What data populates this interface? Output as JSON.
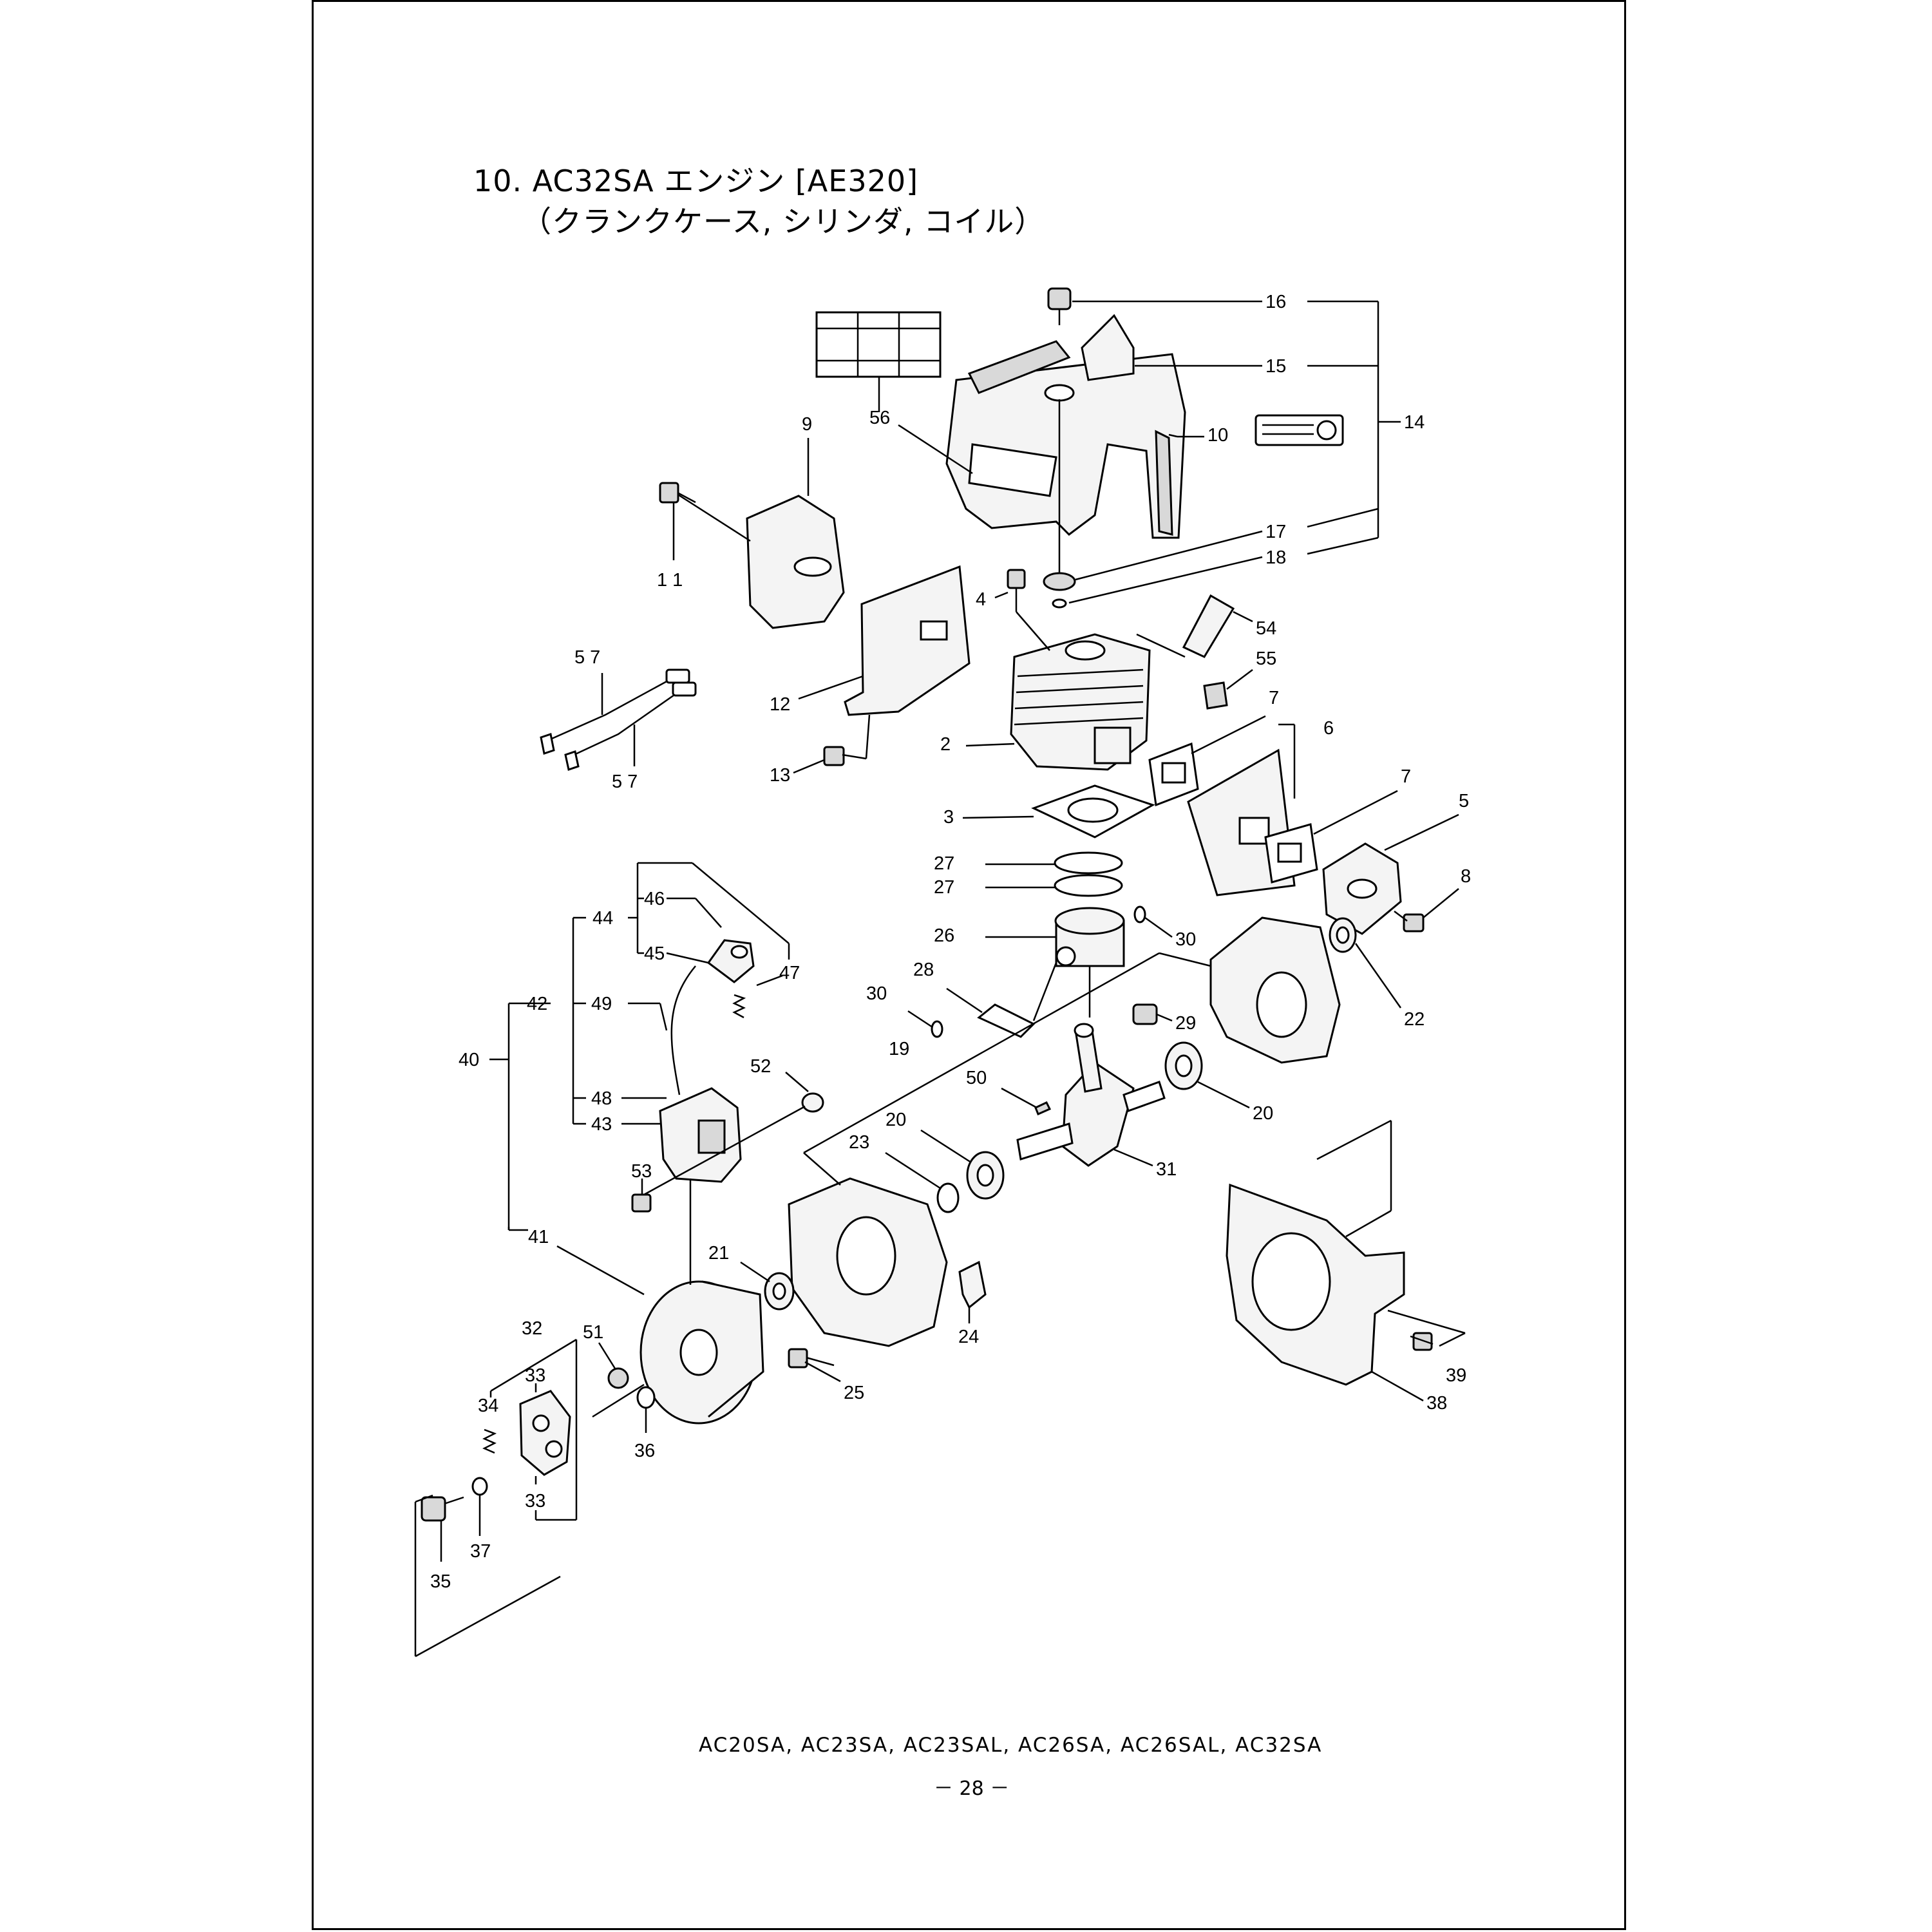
{
  "title": {
    "line1": "10. AC32SA エンジン [AE320]",
    "line2": "（クランクケース, シリンダ, コイル）"
  },
  "footer": {
    "models": "AC20SA, AC23SA, AC23SAL, AC26SA, AC26SAL, AC32SA",
    "page": "－ 28 －"
  },
  "callouts": {
    "c2": "2",
    "c3": "3",
    "c4": "4",
    "c5": "5",
    "c6": "6",
    "c7a": "7",
    "c7b": "7",
    "c8": "8",
    "c9": "9",
    "c10": "10",
    "c11": "1 1",
    "c12": "12",
    "c13": "13",
    "c14": "14",
    "c15": "15",
    "c16": "16",
    "c17": "17",
    "c18": "18",
    "c19": "19",
    "c20a": "20",
    "c20b": "20",
    "c21": "21",
    "c22": "22",
    "c23": "23",
    "c24": "24",
    "c25": "25",
    "c26": "26",
    "c27a": "27",
    "c27b": "27",
    "c28": "28",
    "c29": "29",
    "c30a": "30",
    "c30b": "30",
    "c31": "31",
    "c32": "32",
    "c33a": "33",
    "c33b": "33",
    "c34": "34",
    "c35": "35",
    "c36": "36",
    "c37": "37",
    "c38": "38",
    "c39": "39",
    "c40": "40",
    "c41": "41",
    "c42": "42",
    "c43": "43",
    "c44": "44",
    "c45": "45",
    "c46": "46",
    "c47": "47",
    "c48": "48",
    "c49": "49",
    "c50": "50",
    "c51": "51",
    "c52": "52",
    "c53": "53",
    "c54": "54",
    "c55": "55",
    "c56": "56",
    "c57a": "5 7",
    "c57b": "5 7"
  }
}
